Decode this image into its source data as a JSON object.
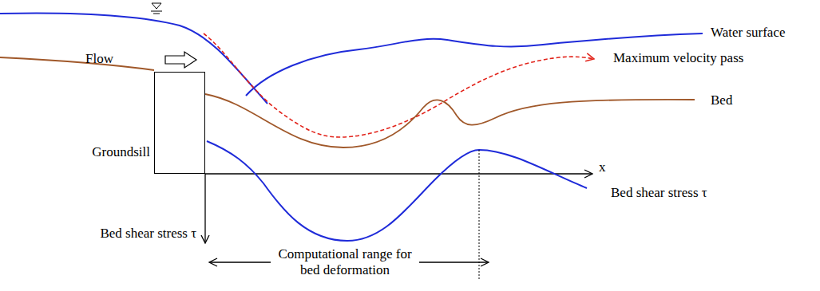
{
  "diagram": {
    "nodes": [
      {
        "text": [
          "Groundsill"
        ]
      }
    ],
    "labels": [
      "Flow",
      "Water surface",
      "Maximum velocity pass",
      "Bed",
      "x",
      "Bed shear stress τ",
      "Bed shear stress τ",
      "Computational range for bed deformation"
    ]
  }
}
